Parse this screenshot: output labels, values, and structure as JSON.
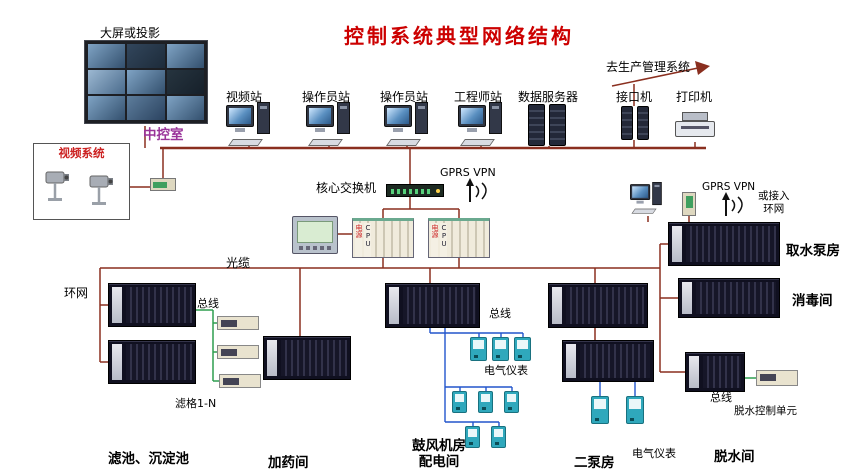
{
  "title": "控制系统典型网络结构",
  "colors": {
    "title": "#cc0000",
    "control_room": "#993399",
    "backbone_line": "#8a2f1f",
    "bus_green": "#2e9e4f",
    "bus_blue": "#2255cc"
  },
  "top": {
    "big_screen_label": "大屏或投影",
    "control_room_label": "中控室",
    "video_system_label": "视频系统",
    "to_mgmt_label": "去生产管理系统"
  },
  "workstations": [
    {
      "label": "视频站"
    },
    {
      "label": "操作员站"
    },
    {
      "label": "操作员站"
    },
    {
      "label": "工程师站"
    },
    {
      "label": "数据服务器"
    },
    {
      "label": "接口机"
    },
    {
      "label": "打印机"
    }
  ],
  "network": {
    "core_switch": "核心交换机",
    "gprs_vpn_center": "GPRS  VPN",
    "gprs_vpn_right": "GPRS  VPN",
    "or_ring": "或接入\n环网",
    "optical_cable": "光缆",
    "ring": "环网"
  },
  "plc": {
    "power": "电源",
    "cpu": "CPU"
  },
  "stations": {
    "filter": "滤池、沉淀池",
    "dosing": "加药间",
    "blower": "鼓风机房\n配电间",
    "pump2": "二泵房",
    "dewater": "脱水间",
    "intake": "取水泵房",
    "disinfect": "消毒间"
  },
  "annotations": {
    "bus_filter": "总线",
    "bus_blower": "总线",
    "bus_dewater": "总线",
    "filter_grid": "滤格1-N",
    "meters_blower": "电气仪表",
    "meters_pump2": "电气仪表",
    "dewater_unit": "脱水控制单元"
  }
}
